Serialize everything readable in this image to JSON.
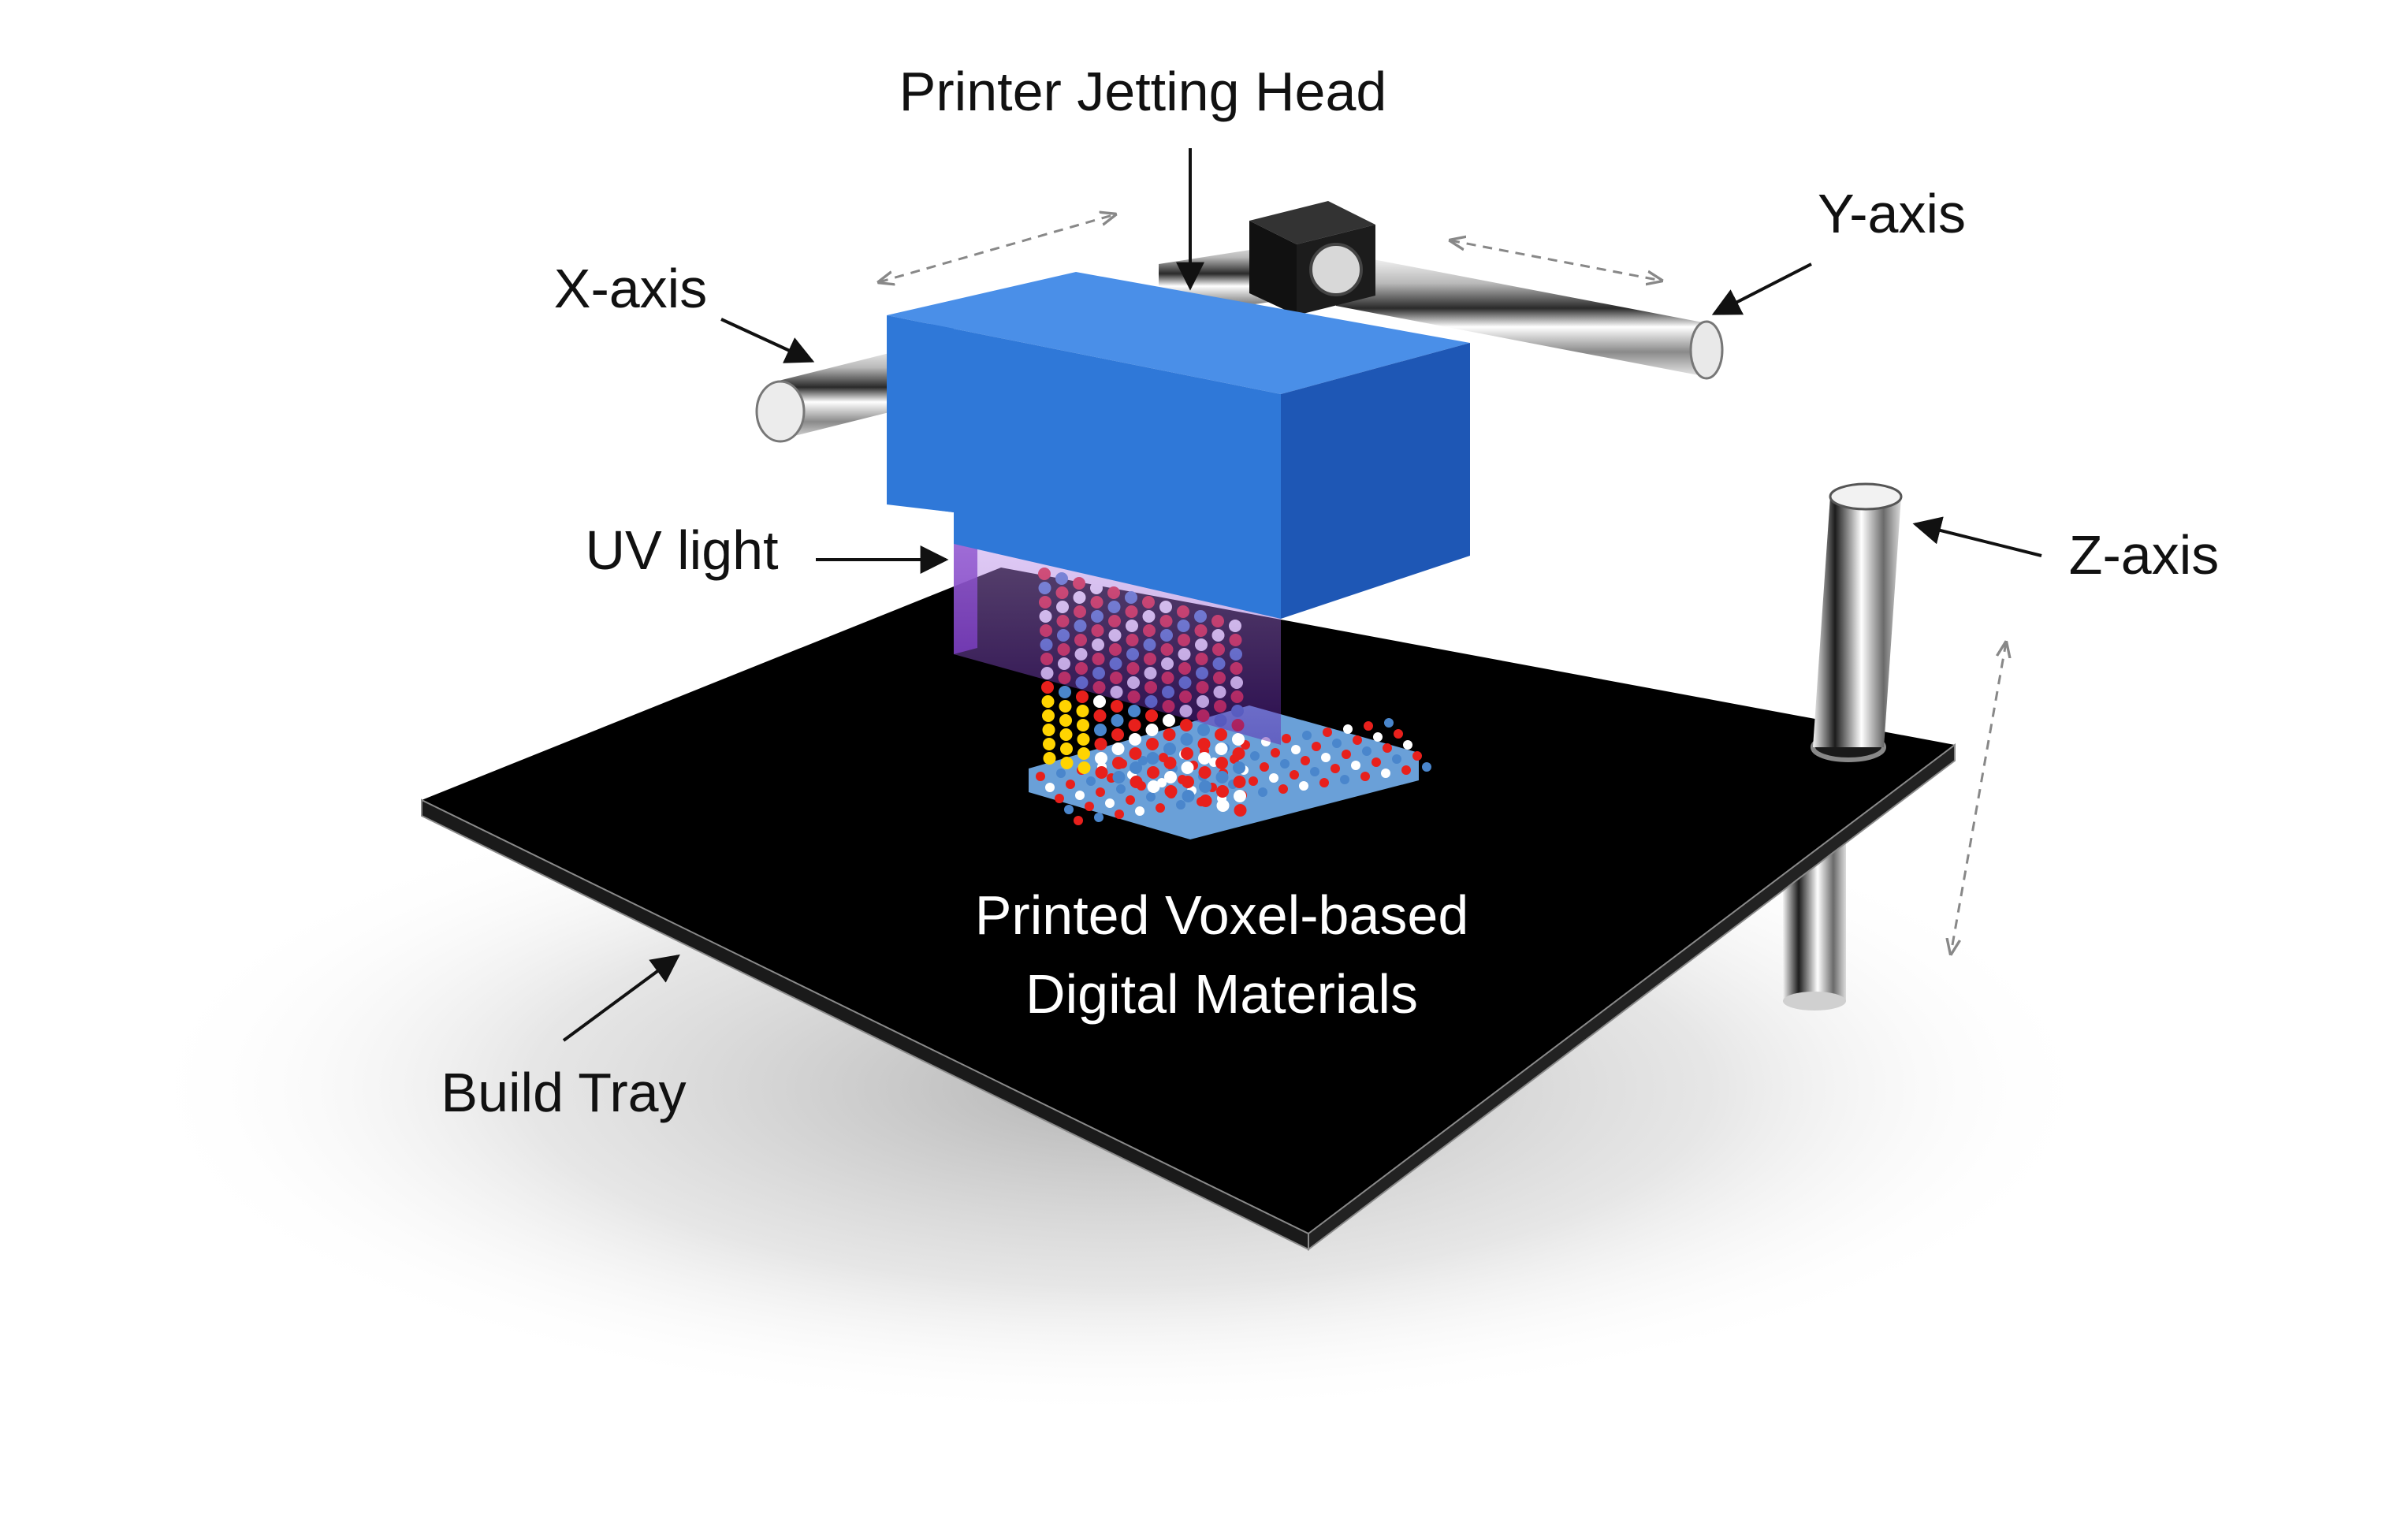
{
  "labels": {
    "printer_jetting_head": "Printer Jetting Head",
    "x_axis": "X-axis",
    "y_axis": "Y-axis",
    "z_axis": "Z-axis",
    "uv_light": "UV light",
    "build_tray": "Build Tray",
    "printed_voxel_line1": "Printed Voxel-based",
    "printed_voxel_line2": "Digital Materials"
  },
  "colors": {
    "jetting_head": "#2f78d8",
    "jetting_head_side": "#1e57b5",
    "jetting_head_top": "#4a8fe8",
    "uv_light": "#8a3fd6",
    "build_tray": "#000000",
    "voxel_red": "#e8201c",
    "voxel_blue": "#4a86cc",
    "voxel_yellow": "#ffd400",
    "label_text": "#111111",
    "label_text_on_tray": "#ffffff"
  },
  "icons": {
    "arrow": "black-pointer-arrow",
    "motion": "dashed-double-arrow"
  }
}
